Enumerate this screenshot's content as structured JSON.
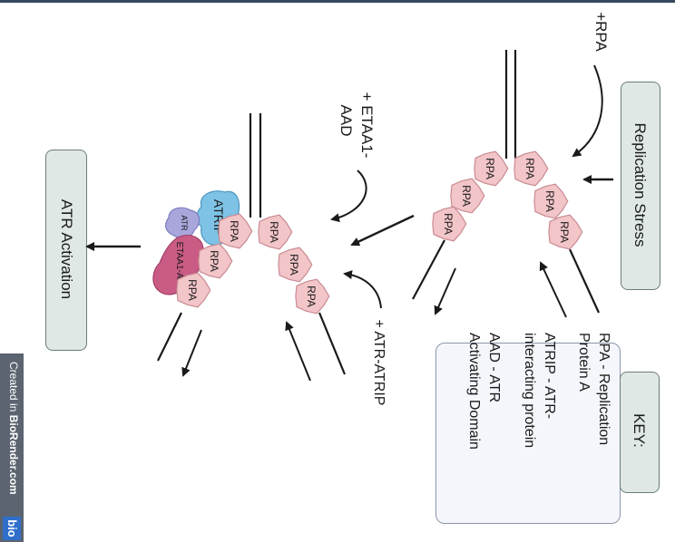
{
  "labels": {
    "replication_stress": "Replication Stress",
    "plus_rpa": "+RPA",
    "plus_etaa1_line1": "+ ETAA1-",
    "plus_etaa1_line2": "AAD",
    "plus_atr_atrip": "+ ATR-ATRIP",
    "atr_activation": "ATR Activation"
  },
  "rpa_label": "RPA",
  "protein_labels": {
    "atrip": "ATRIP",
    "atr": "ATR",
    "etaa1": "ETAA1-AAD"
  },
  "key": {
    "title": "KEY:",
    "lines": [
      "RPA  - Replication",
      "Protein A",
      "ATRIP - ATR-",
      "interacting protein",
      "AAD - ATR",
      "Activating Domain"
    ]
  },
  "watermark": {
    "prefix": "Created in ",
    "brand": "BioRender.com",
    "logo": "bio"
  },
  "colors": {
    "rpa_fill": "#f2c5c8",
    "rpa_stroke": "#c98b93",
    "atrip_fill": "#7ec3e6",
    "atr_fill": "#a9a6dc",
    "etaa1_fill": "#c95b85",
    "box_fill": "#dfe8e5",
    "brand_blue": "#2f6fcb"
  }
}
